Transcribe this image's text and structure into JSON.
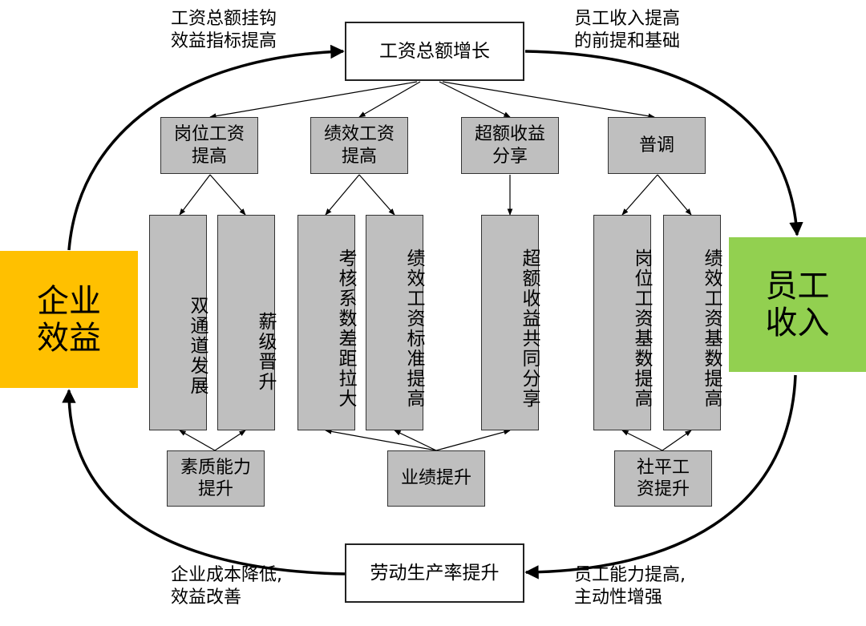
{
  "diagram": {
    "top_box": "工资总额增长",
    "bottom_box": "劳动生产率提升",
    "left_block": "企业\n效益",
    "right_block": "员工\n收入",
    "notes": {
      "top_left": "工资总额挂钩\n效益指标提高",
      "top_right": "员工收入提高\n的前提和基础",
      "bottom_left": "企业成本降低,\n效益改善",
      "bottom_right": "员工能力提高,\n主动性增强"
    },
    "categories": [
      "岗位工资\n提高",
      "绩效工资\n提高",
      "超额收益\n分享",
      "普调"
    ],
    "measures": [
      "双通道发展",
      "薪级晋升",
      "考核系数差距拉大",
      "绩效工资标准提高",
      "超额收益共同分享",
      "岗位工资基数提高",
      "绩效工资基数提高"
    ],
    "drivers": [
      "素质能力\n提升",
      "业绩提升",
      "社平工\n资提升"
    ]
  }
}
